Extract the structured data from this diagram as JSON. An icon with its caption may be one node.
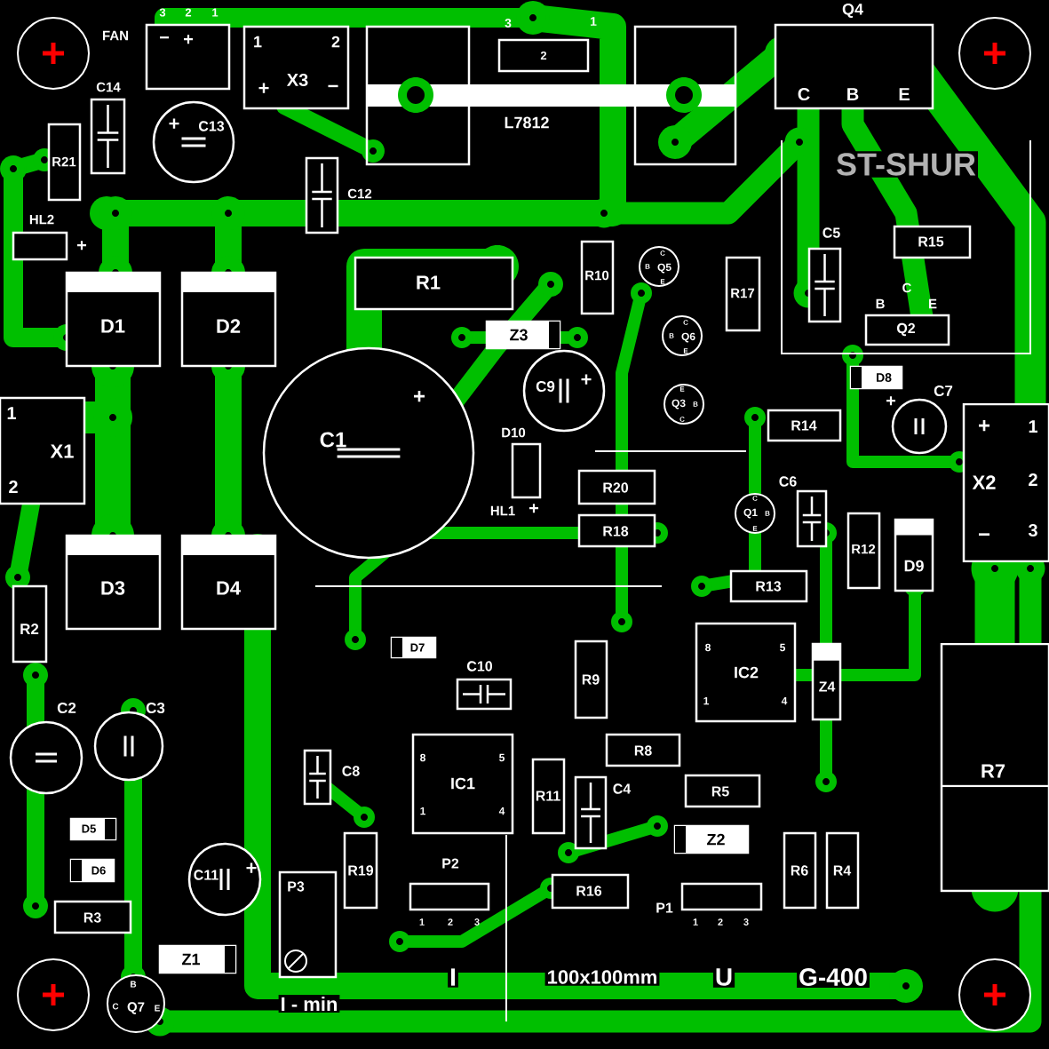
{
  "diagram": {
    "nodes": [
      {
        "text": [
          "−",
          "+"
        ],
        "beside": [
          "FAN",
          "3",
          "2",
          "1"
        ]
      },
      {
        "text": [
          "1",
          "2",
          "X3",
          "+",
          "−"
        ]
      },
      {
        "text": [
          "L7812"
        ],
        "beside": [
          "3",
          "1"
        ]
      },
      {
        "text": [
          "2"
        ],
        "in": 2
      },
      {
        "text": [
          "Q4",
          "C",
          "B",
          "E"
        ]
      },
      {
        "text": [
          "C14"
        ]
      },
      {
        "text": [
          "R21"
        ]
      },
      {
        "text": [
          "+",
          "C13"
        ]
      },
      {
        "text": [
          "C12"
        ]
      },
      {
        "text": [
          "HL2",
          "+"
        ]
      },
      {
        "text": [
          "D1"
        ]
      },
      {
        "text": [
          "D2"
        ]
      },
      {
        "text": [
          "R1"
        ]
      },
      {
        "text": [
          "R10"
        ]
      },
      {
        "text": [
          "C",
          "B",
          "Q5",
          "E"
        ]
      },
      {
        "text": [
          "R17"
        ]
      },
      {
        "text": [
          "C5"
        ]
      },
      {
        "text": [
          "R15"
        ]
      },
      {
        "text": [
          "Q2",
          "B",
          "C",
          "E"
        ]
      },
      {
        "text": [
          "Z3"
        ]
      },
      {
        "text": [
          "C",
          "B",
          "Q6",
          "E"
        ]
      },
      {
        "text": [
          "C9",
          "+"
        ]
      },
      {
        "text": [
          "D8"
        ]
      },
      {
        "text": [
          "C7",
          "+"
        ]
      },
      {
        "text": [
          "E",
          "Q3",
          "B",
          "C"
        ]
      },
      {
        "text": [
          "1",
          "X1",
          "2"
        ]
      },
      {
        "text": [
          "C1",
          "+"
        ]
      },
      {
        "text": [
          "D10",
          "HL1",
          "+"
        ]
      },
      {
        "text": [
          "R14"
        ]
      },
      {
        "text": [
          "R20"
        ]
      },
      {
        "text": [
          "R18"
        ]
      },
      {
        "text": [
          "C",
          "Q1",
          "B",
          "E"
        ]
      },
      {
        "text": [
          "C6"
        ]
      },
      {
        "text": [
          "R12"
        ]
      },
      {
        "text": [
          "D9"
        ]
      },
      {
        "text": [
          "+",
          "1",
          "X2",
          "2",
          "−",
          "3"
        ]
      },
      {
        "text": [
          "R2"
        ]
      },
      {
        "text": [
          "D3"
        ]
      },
      {
        "text": [
          "D4"
        ]
      },
      {
        "text": [
          "R13"
        ]
      },
      {
        "text": [
          "D7"
        ]
      },
      {
        "text": [
          "C10"
        ]
      },
      {
        "text": [
          "R9"
        ]
      },
      {
        "text": [
          "IC2",
          "8",
          "5",
          "1",
          "4"
        ]
      },
      {
        "text": [
          "Z4"
        ]
      },
      {
        "text": [
          "R7"
        ]
      },
      {
        "text": [
          "C2"
        ]
      },
      {
        "text": [
          "C3"
        ]
      },
      {
        "text": [
          "C8"
        ]
      },
      {
        "text": [
          "IC1",
          "8",
          "5",
          "1",
          "4"
        ]
      },
      {
        "text": [
          "R11"
        ]
      },
      {
        "text": [
          "C4"
        ]
      },
      {
        "text": [
          "R8"
        ]
      },
      {
        "text": [
          "R5"
        ]
      },
      {
        "text": [
          "Z2"
        ]
      },
      {
        "text": [
          "R6"
        ]
      },
      {
        "text": [
          "R4"
        ]
      },
      {
        "text": [
          "D5"
        ]
      },
      {
        "text": [
          "D6"
        ]
      },
      {
        "text": [
          "R19"
        ]
      },
      {
        "text": [
          "C11",
          "+"
        ]
      },
      {
        "text": [
          "P3"
        ]
      },
      {
        "text": [
          "P2",
          "1",
          "2",
          "3"
        ]
      },
      {
        "text": [
          "R16"
        ]
      },
      {
        "text": [
          "P1",
          "1",
          "2",
          "3"
        ]
      },
      {
        "text": [
          "R3"
        ]
      },
      {
        "text": [
          "Z1"
        ]
      },
      {
        "text": [
          "B",
          "C",
          "Q7",
          "E"
        ]
      },
      {
        "text": [],
        "shape": "circle"
      },
      {
        "text": [],
        "shape": "circle"
      },
      {
        "text": [],
        "shape": "circle"
      },
      {
        "text": [],
        "shape": "circle"
      }
    ],
    "labels": [
      "ST-SHUR",
      "I - min",
      "I",
      "100x100mm",
      "U",
      "G-400"
    ]
  }
}
